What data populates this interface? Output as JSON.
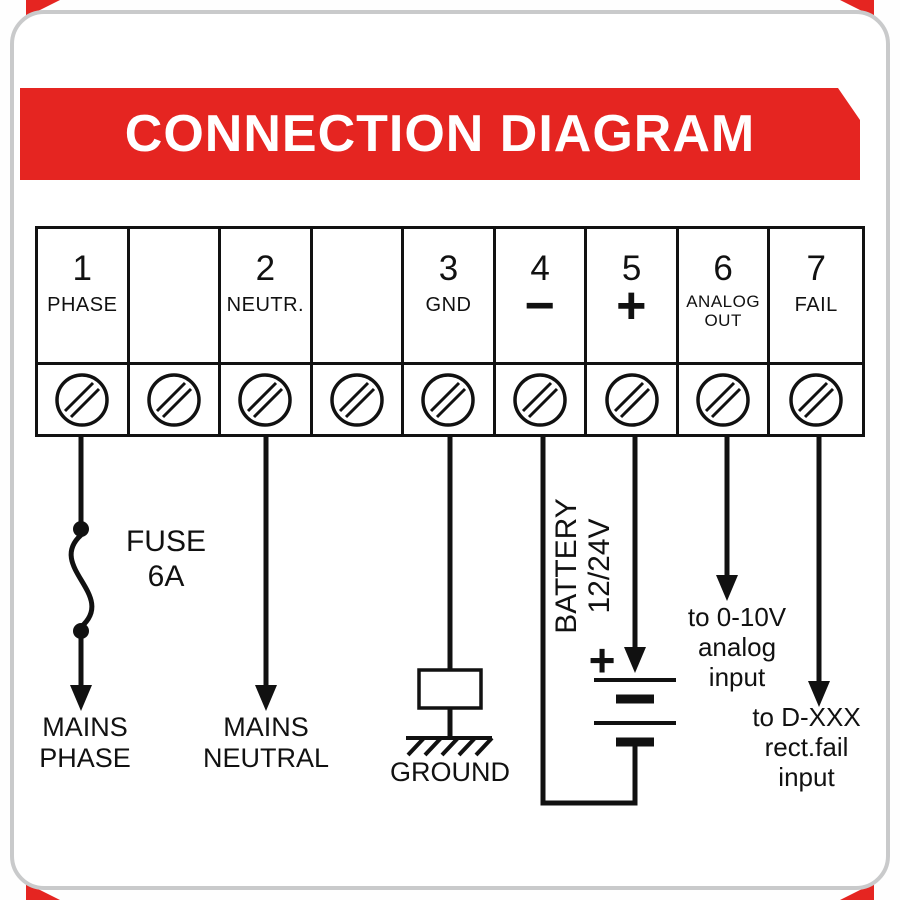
{
  "colors": {
    "banner_red": "#e52521",
    "line_black": "#111111",
    "frame_gray": "#c9cacb"
  },
  "banner": {
    "title": "CONNECTION DIAGRAM"
  },
  "terminal_block": {
    "cells": [
      {
        "number": "1",
        "label": "PHASE"
      },
      {
        "number": "",
        "label": ""
      },
      {
        "number": "2",
        "label": "NEUTR."
      },
      {
        "number": "",
        "label": ""
      },
      {
        "number": "3",
        "label": "GND"
      },
      {
        "number": "4",
        "label": "−"
      },
      {
        "number": "5",
        "label": "+"
      },
      {
        "number": "6",
        "label": "ANALOG\nOUT"
      },
      {
        "number": "7",
        "label": "FAIL"
      }
    ]
  },
  "annotations": {
    "fuse": "FUSE\n6A",
    "mains_phase": "MAINS\nPHASE",
    "mains_neutral": "MAINS\nNEUTRAL",
    "ground": "GROUND",
    "battery": "BATTERY\n12/24V",
    "battery_plus": "+",
    "analog_out": "to 0-10V\nanalog\ninput",
    "rect_fail": "to D-XXX\nrect.fail\ninput"
  }
}
